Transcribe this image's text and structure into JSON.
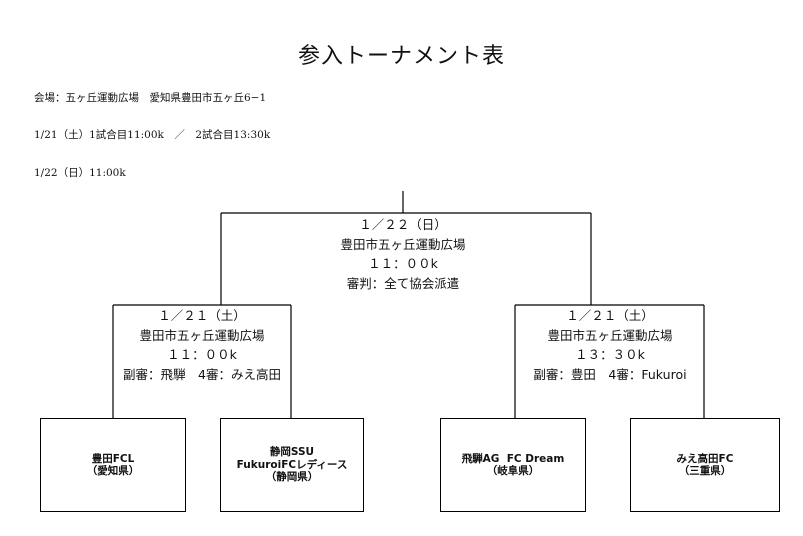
{
  "title": "参入トーナメント表",
  "info": {
    "venue": "会場：五ヶ丘運動広場　愛知県豊田市五ヶ丘6−1",
    "day1": "1/21（土）1試合目11:00k　／　2試合目13:30k",
    "day2": "1/22（日）11:00k"
  },
  "final": {
    "date": "１／２２（日）",
    "venue": "豊田市五ヶ丘運動広場",
    "time": "１１：００k",
    "referee": "審判：全て協会派遣"
  },
  "semi_left": {
    "date": "１／２１（土）",
    "venue": "豊田市五ヶ丘運動広場",
    "time": "１１：００k",
    "referee": "副審：飛騨　4審：みえ高田"
  },
  "semi_right": {
    "date": "１／２１（土）",
    "venue": "豊田市五ヶ丘運動広場",
    "time": "１３：３０k",
    "referee": "副審：豊田　4審：Fukuroi"
  },
  "teams": [
    {
      "name": "豊田FCL",
      "name2": "",
      "pref": "（愛知県）"
    },
    {
      "name": "静岡SSU",
      "name2": "FukuroiFCレディース",
      "pref": "（静岡県）"
    },
    {
      "name": "飛騨AG  FC Dream",
      "name2": "",
      "pref": "（岐阜県）"
    },
    {
      "name": "みえ高田FC",
      "name2": "",
      "pref": "（三重県）"
    }
  ]
}
